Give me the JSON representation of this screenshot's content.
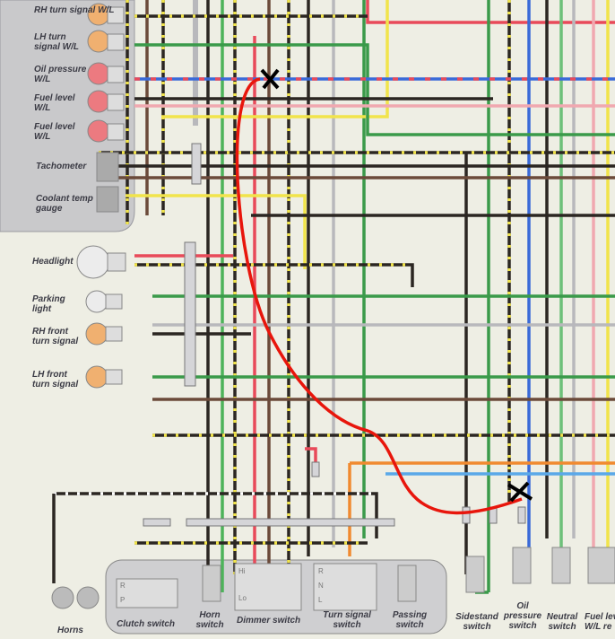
{
  "instrument_panel": {
    "rh_turn_wl": "RH turn signal W/L",
    "lh_turn_wl": "LH turn signal W/L",
    "oil_pressure_wl": "Oil pressure W/L",
    "fuel_level_wl_1": "Fuel level W/L",
    "fuel_level_wl_2": "Fuel level W/L",
    "tachometer": "Tachometer",
    "coolant_temp_gauge": "Coolant temp gauge"
  },
  "front_lights": {
    "headlight": "Headlight",
    "parking_light": "Parking light",
    "rh_front_turn": "RH front turn signal",
    "lh_front_turn": "LH front turn signal",
    "horns": "Horns"
  },
  "handlebar_switches": {
    "clutch_switch": "Clutch switch",
    "clutch_positions": [
      "R",
      "P"
    ],
    "horn_switch": "Horn switch",
    "dimmer_switch": "Dimmer switch",
    "dimmer_positions": [
      "Hi",
      "Lo"
    ],
    "turn_signal_switch": "Turn signal switch",
    "turn_positions": [
      "R",
      "N",
      "L"
    ],
    "passing_switch": "Passing switch"
  },
  "bottom_switches": {
    "sidestand_switch": "Sidestand switch",
    "oil_pressure_switch": "Oil pressure switch",
    "neutral_switch": "Neutral switch",
    "fuel_level_relay": "Fuel lev W/L re"
  },
  "annotation": {
    "color": "#e8160c",
    "marks": [
      "x-start",
      "x-end"
    ]
  }
}
